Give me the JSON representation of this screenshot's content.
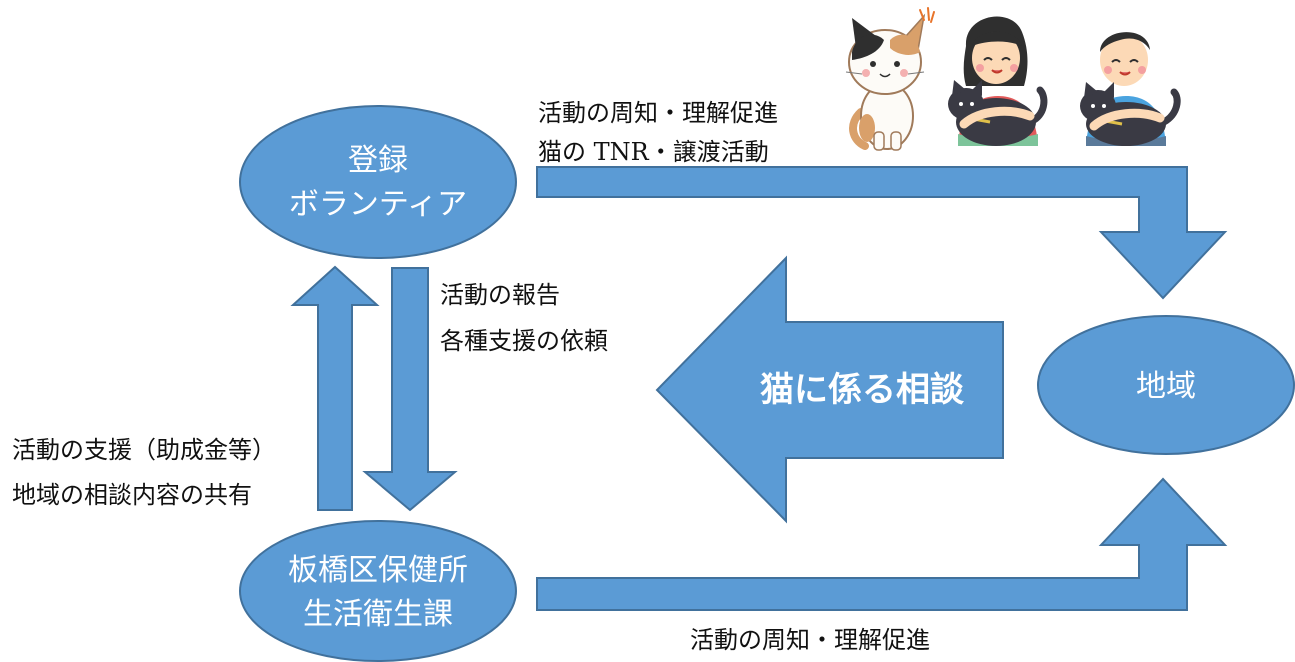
{
  "colors": {
    "shape_fill": "#5b9bd5",
    "shape_stroke": "#41719c",
    "label_text": "#ffffff",
    "caption_text": "#111111"
  },
  "nodes": {
    "volunteer": {
      "line1": "登録",
      "line2": "ボランティア"
    },
    "health_center": {
      "line1": "板橋区保健所",
      "line2": "生活衛生課"
    },
    "community": {
      "label": "地域"
    }
  },
  "center_arrow": {
    "label": "猫に係る相談"
  },
  "captions": {
    "volunteer_to_community": [
      "活動の周知・理解促進",
      "猫の TNR・譲渡活動"
    ],
    "volunteer_to_health_center": [
      "活動の報告",
      "各種支援の依頼"
    ],
    "health_center_to_volunteer": [
      "活動の支援（助成金等）",
      "地域の相談内容の共有"
    ],
    "health_center_to_community": [
      "活動の周知・理解促進"
    ]
  },
  "illustrations": [
    "calico-cat-icon",
    "girl-holding-cat-icon",
    "boy-holding-cat-icon"
  ]
}
